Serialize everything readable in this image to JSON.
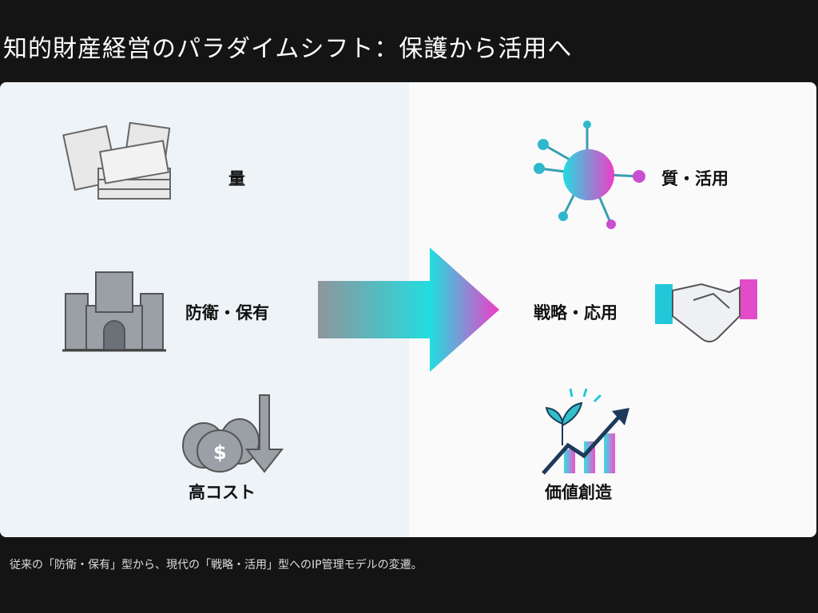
{
  "title": "知的財産経営のパラダイムシフト：保護から活用へ",
  "left_items": [
    {
      "label": "量",
      "icon": "documents-icon"
    },
    {
      "label": "防衛・保有",
      "icon": "castle-icon"
    },
    {
      "label": "高コスト",
      "icon": "money-bags-down-icon"
    }
  ],
  "right_items": [
    {
      "label": "質・活用",
      "icon": "network-sphere-icon"
    },
    {
      "label": "戦略・応用",
      "icon": "handshake-icon"
    },
    {
      "label": "価値創造",
      "icon": "growth-chart-icon"
    }
  ],
  "caption": "従来の「防衛・保有」型から、現代の「戦略・活用」型へのIP管理モデルの変遷。",
  "colors": {
    "cyan": "#22dde0",
    "magenta": "#f03cc8",
    "gray": "#8e959c"
  }
}
